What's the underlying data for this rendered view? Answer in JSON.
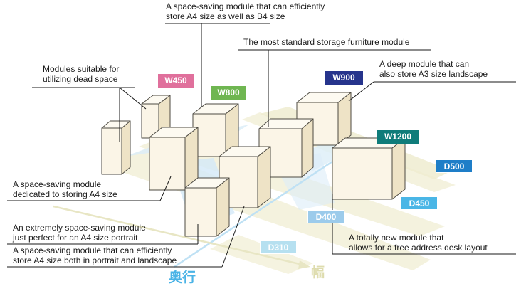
{
  "annotations": {
    "a4_b4_module": "A space-saving module that can efficiently\nstore A4 size as well as B4 size",
    "standard_module": "The most standard storage furniture module",
    "dead_space_modules": "Modules suitable for\nutilizing dead space",
    "deep_module": "A deep module that can\nalso store A3 size landscape",
    "a4_dedicated_module": "A space-saving module\ndedicated to storing A4 size",
    "a4_portrait_module": "An extremely space-saving module\njust perfect for an A4 size portrait",
    "a4_both_module": "A space-saving module that can efficiently\nstore A4 size both in portrait and landscape",
    "free_address_module": "A totally new module that\nallows for a free address desk layout"
  },
  "width_tags": {
    "w450": {
      "label": "W450",
      "color": "#e0709c"
    },
    "w800": {
      "label": "W800",
      "color": "#6fb651"
    },
    "w900": {
      "label": "W900",
      "color": "#26348c"
    },
    "w1200": {
      "label": "W1200",
      "color": "#0f7c7a"
    }
  },
  "depth_tags": {
    "d500": {
      "label": "D500",
      "color": "#1e7ec8"
    },
    "d450": {
      "label": "D450",
      "color": "#4ab6e6"
    },
    "d400": {
      "label": "D400",
      "color": "#9ccbeb"
    },
    "d310": {
      "label": "D310",
      "color": "#b6e0f0"
    }
  },
  "axes": {
    "depth_label": "奥行",
    "depth_color": "#4ab3e6",
    "width_label": "幅",
    "width_color": "#dedcae"
  },
  "colors": {
    "module_front": "#fbf5e7",
    "module_top": "#fdfaf1",
    "module_side": "#eee3c6",
    "module_edge": "#4d4a42"
  }
}
